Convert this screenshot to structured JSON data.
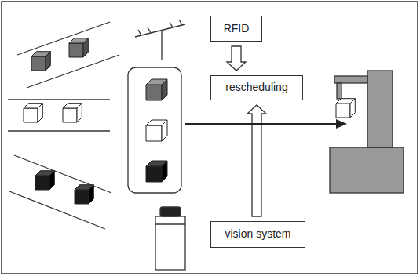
{
  "diagram": {
    "nodes": [
      {
        "text": [
          "RFID"
        ]
      },
      {
        "text": [
          "rescheduling"
        ]
      },
      {
        "text": [
          "vision system"
        ]
      }
    ],
    "edges": [
      {
        "from": 0,
        "to": 1,
        "arrow": "to"
      },
      {
        "from": 2,
        "to": 1,
        "arrow": "to"
      }
    ]
  }
}
